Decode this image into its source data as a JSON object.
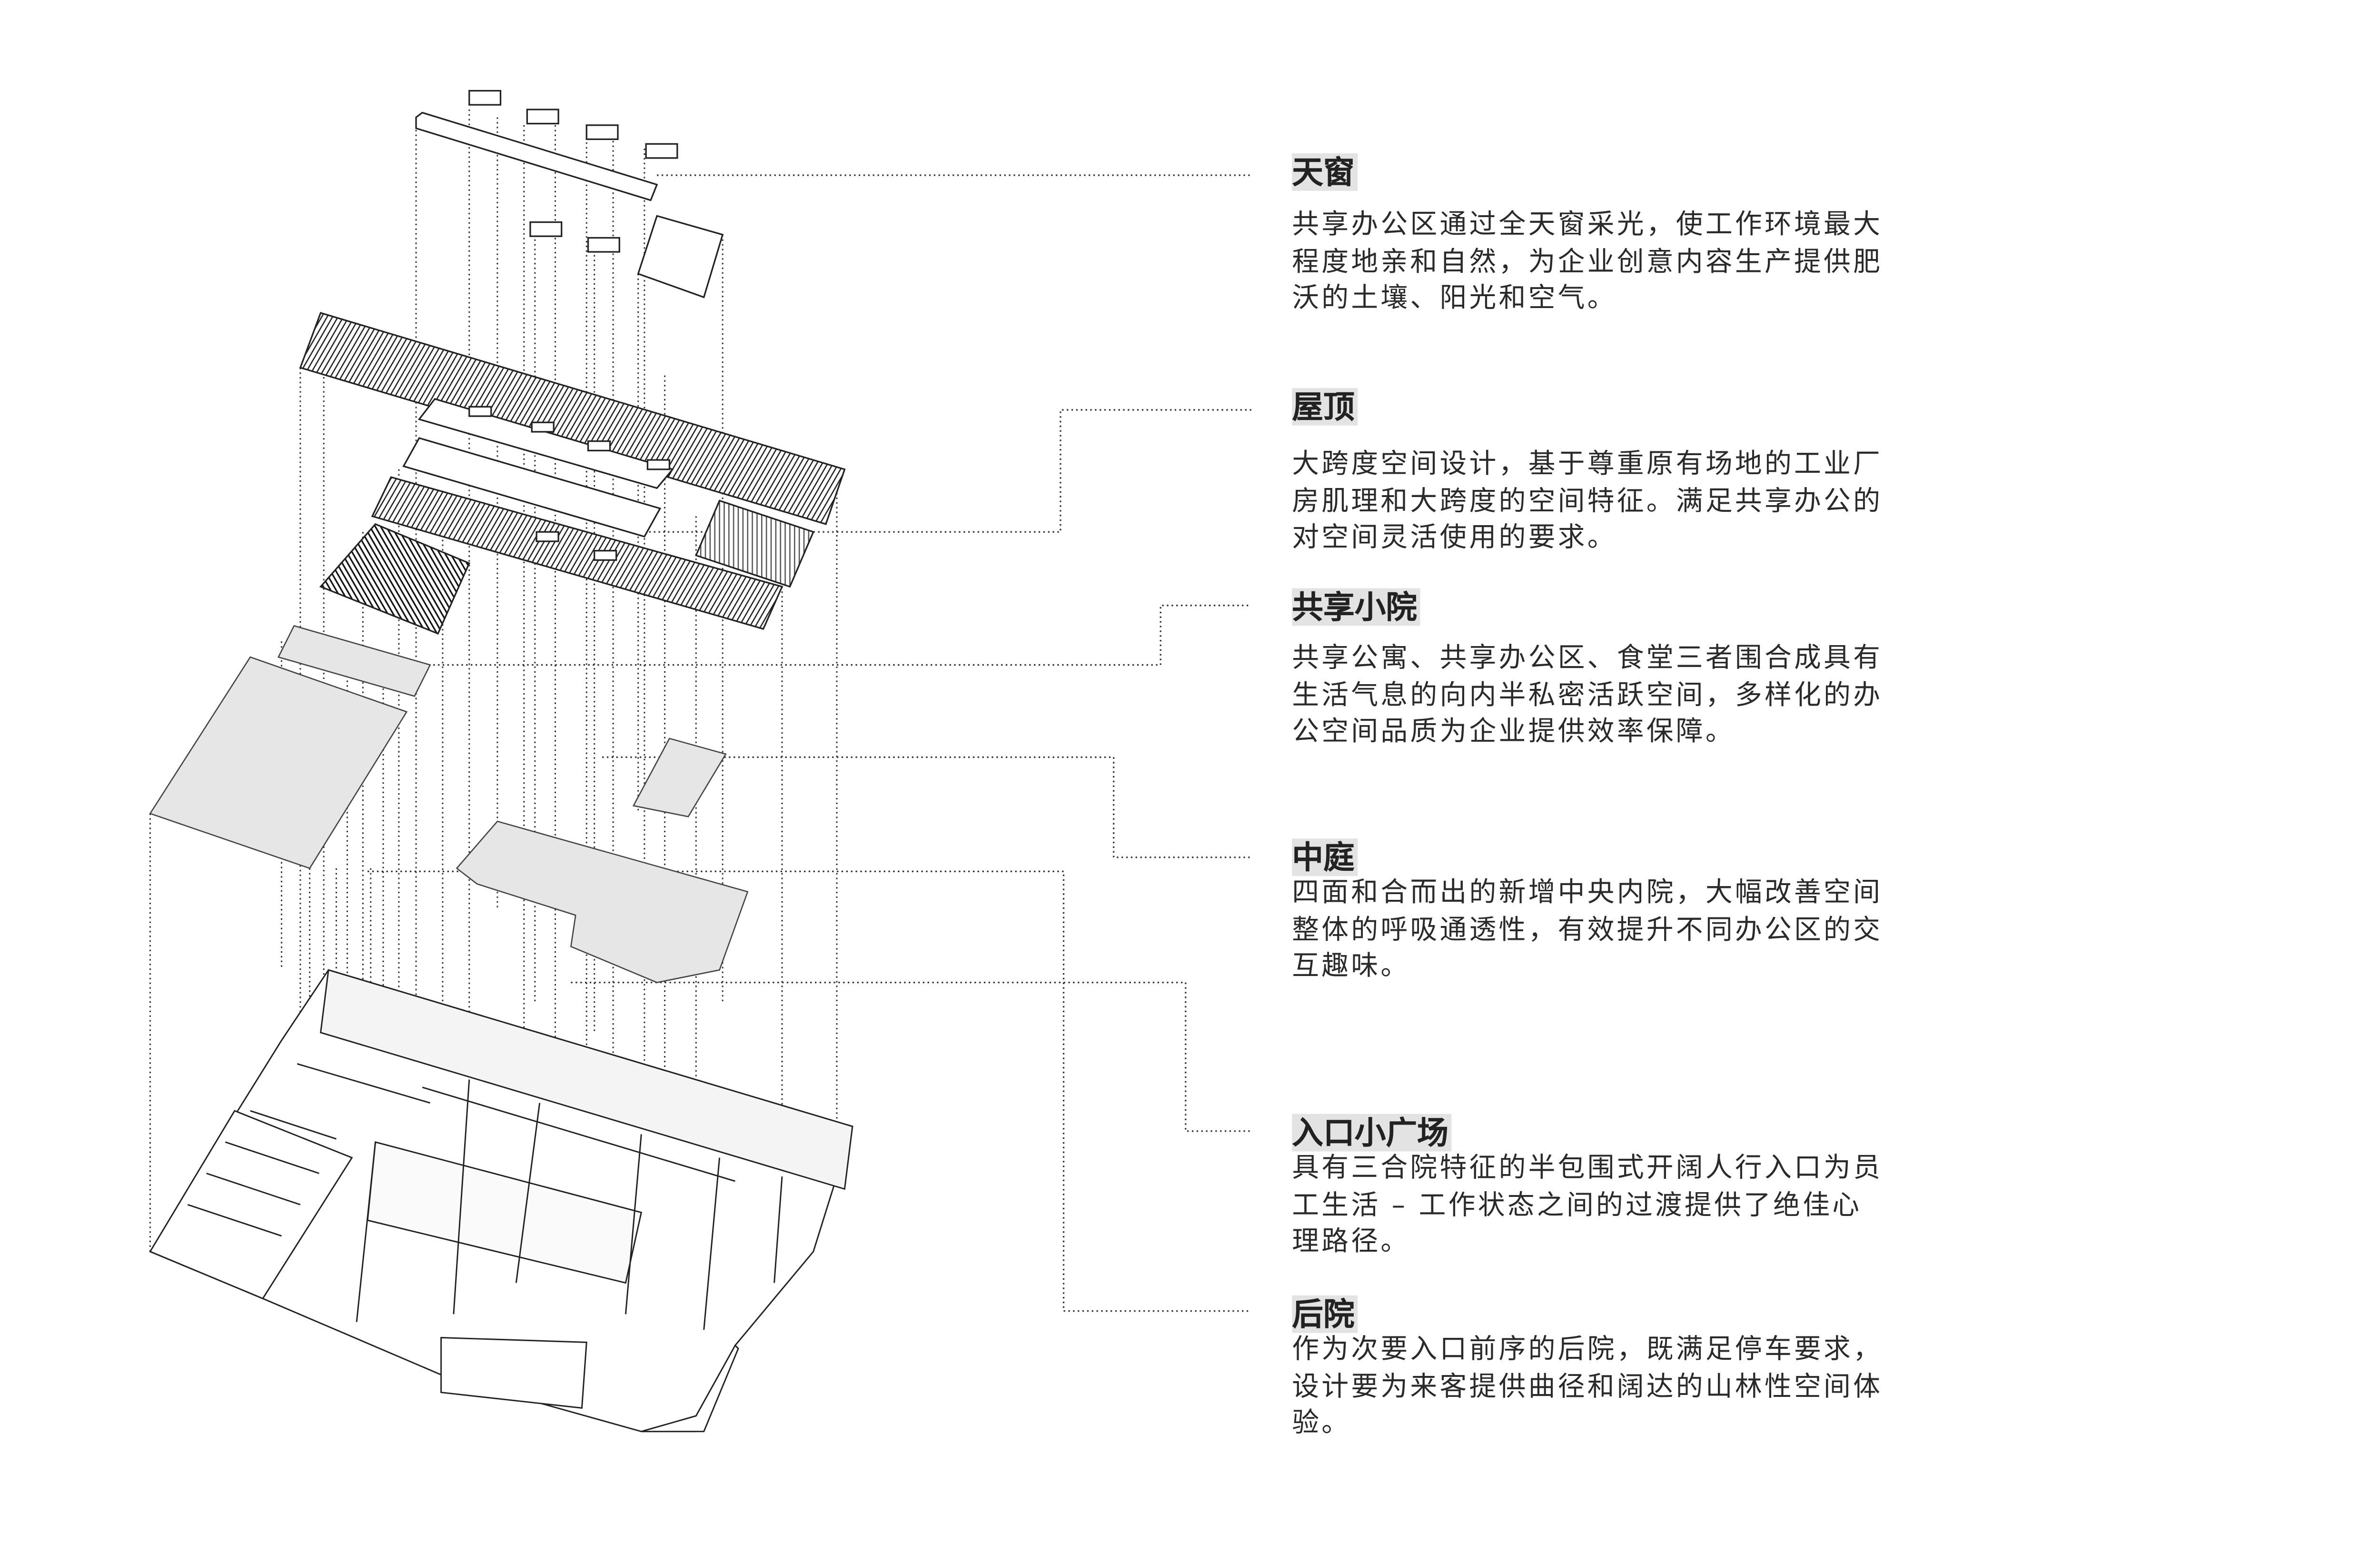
{
  "sections": [
    {
      "title": "天窗",
      "lines": [
        "共享办公区通过全天窗采光，使工作环境最大",
        "程度地亲和自然，为企业创意内容生产提供肥",
        "沃的土壤、阳光和空气。"
      ]
    },
    {
      "title": "屋顶",
      "lines": [
        "大跨度空间设计，基于尊重原有场地的工业厂",
        "房肌理和大跨度的空间特征。满足共享办公的",
        "对空间灵活使用的要求。"
      ]
    },
    {
      "title": "共享小院",
      "lines": [
        "共享公寓、共享办公区、食堂三者围合成具有",
        "生活气息的向内半私密活跃空间，多样化的办",
        "公空间品质为企业提供效率保障。"
      ]
    },
    {
      "title": "中庭",
      "lines": [
        "四面和合而出的新增中央内院，大幅改善空间",
        "整体的呼吸通透性，有效提升不同办公区的交",
        "互趣味。"
      ]
    },
    {
      "title": "入口小广场",
      "lines": [
        "具有三合院特征的半包围式开阔人行入口为员",
        "工生活 – 工作状态之间的过渡提供了绝佳心",
        "理路径。"
      ]
    },
    {
      "title": "后院",
      "lines": [
        "作为次要入口前序的后院，既满足停车要求，",
        "设计要为来客提供曲径和阔达的山林性空间体",
        "验。"
      ]
    }
  ],
  "colors": {
    "title_bg": "#e3e3e3",
    "text": "#2a2a2a",
    "slab": "#e6e6e6",
    "line": "#333333"
  }
}
